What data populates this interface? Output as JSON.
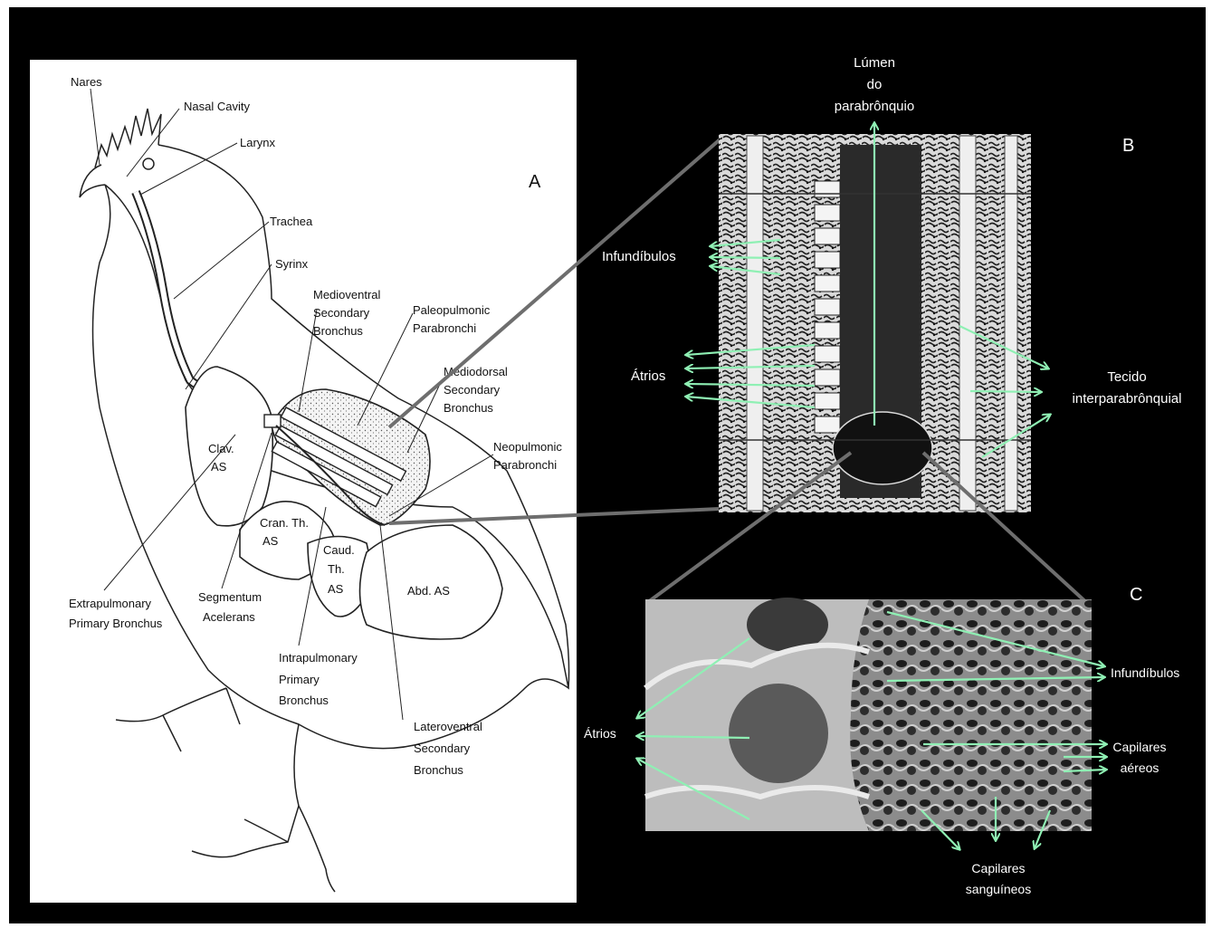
{
  "panel_letters": {
    "a": "A",
    "b": "B",
    "c": "C"
  },
  "panel_a": {
    "labels": {
      "nares": "Nares",
      "nasal_cavity": "Nasal Cavity",
      "larynx": "Larynx",
      "trachea": "Trachea",
      "syrinx": "Syrinx",
      "medioventral_1": "Medioventral",
      "medioventral_2": "Secondary",
      "medioventral_3": "Bronchus",
      "paleopulmonic_1": "Paleopulmonic",
      "paleopulmonic_2": "Parabronchi",
      "mediodorsal_1": "Mediodorsal",
      "mediodorsal_2": "Secondary",
      "mediodorsal_3": "Bronchus",
      "neopulmonic_1": "Neopulmonic",
      "neopulmonic_2": "Parabronchi",
      "clav_1": "Clav.",
      "clav_2": "AS",
      "cran_1": "Cran. Th.",
      "cran_2": "AS",
      "caud_1": "Caud.",
      "caud_2": "Th.",
      "caud_3": "AS",
      "abd": "Abd. AS",
      "extrapulmonary_1": "Extrapulmonary",
      "extrapulmonary_2": "Primary Bronchus",
      "segmentum_1": "Segmentum",
      "segmentum_2": "Acelerans",
      "intrapulmonary_1": "Intrapulmonary",
      "intrapulmonary_2": "Primary",
      "intrapulmonary_3": "Bronchus",
      "lateroventral_1": "Lateroventral",
      "lateroventral_2": "Secondary",
      "lateroventral_3": "Bronchus"
    }
  },
  "panel_b": {
    "labels": {
      "lumen_1": "Lúmen",
      "lumen_2": "do",
      "lumen_3": "parabrônquio",
      "infundibulos": "Infundíbulos",
      "atrios": "Átrios",
      "tecido_1": "Tecido",
      "tecido_2": "interparabrônquial"
    }
  },
  "panel_c": {
    "labels": {
      "atrios": "Átrios",
      "infundibulos": "Infundíbulos",
      "capilares_aereos_1": "Capilares",
      "capilares_aereos_2": "aéreos",
      "capilares_sang_1": "Capilares",
      "capilares_sang_2": "sanguíneos"
    }
  },
  "colors": {
    "background": "#000000",
    "panel_a_background": "#ffffff",
    "arrow": "#8ff0b4",
    "connector": "#6e6e6e",
    "label_light": "#ffffff",
    "label_dark": "#111111"
  }
}
